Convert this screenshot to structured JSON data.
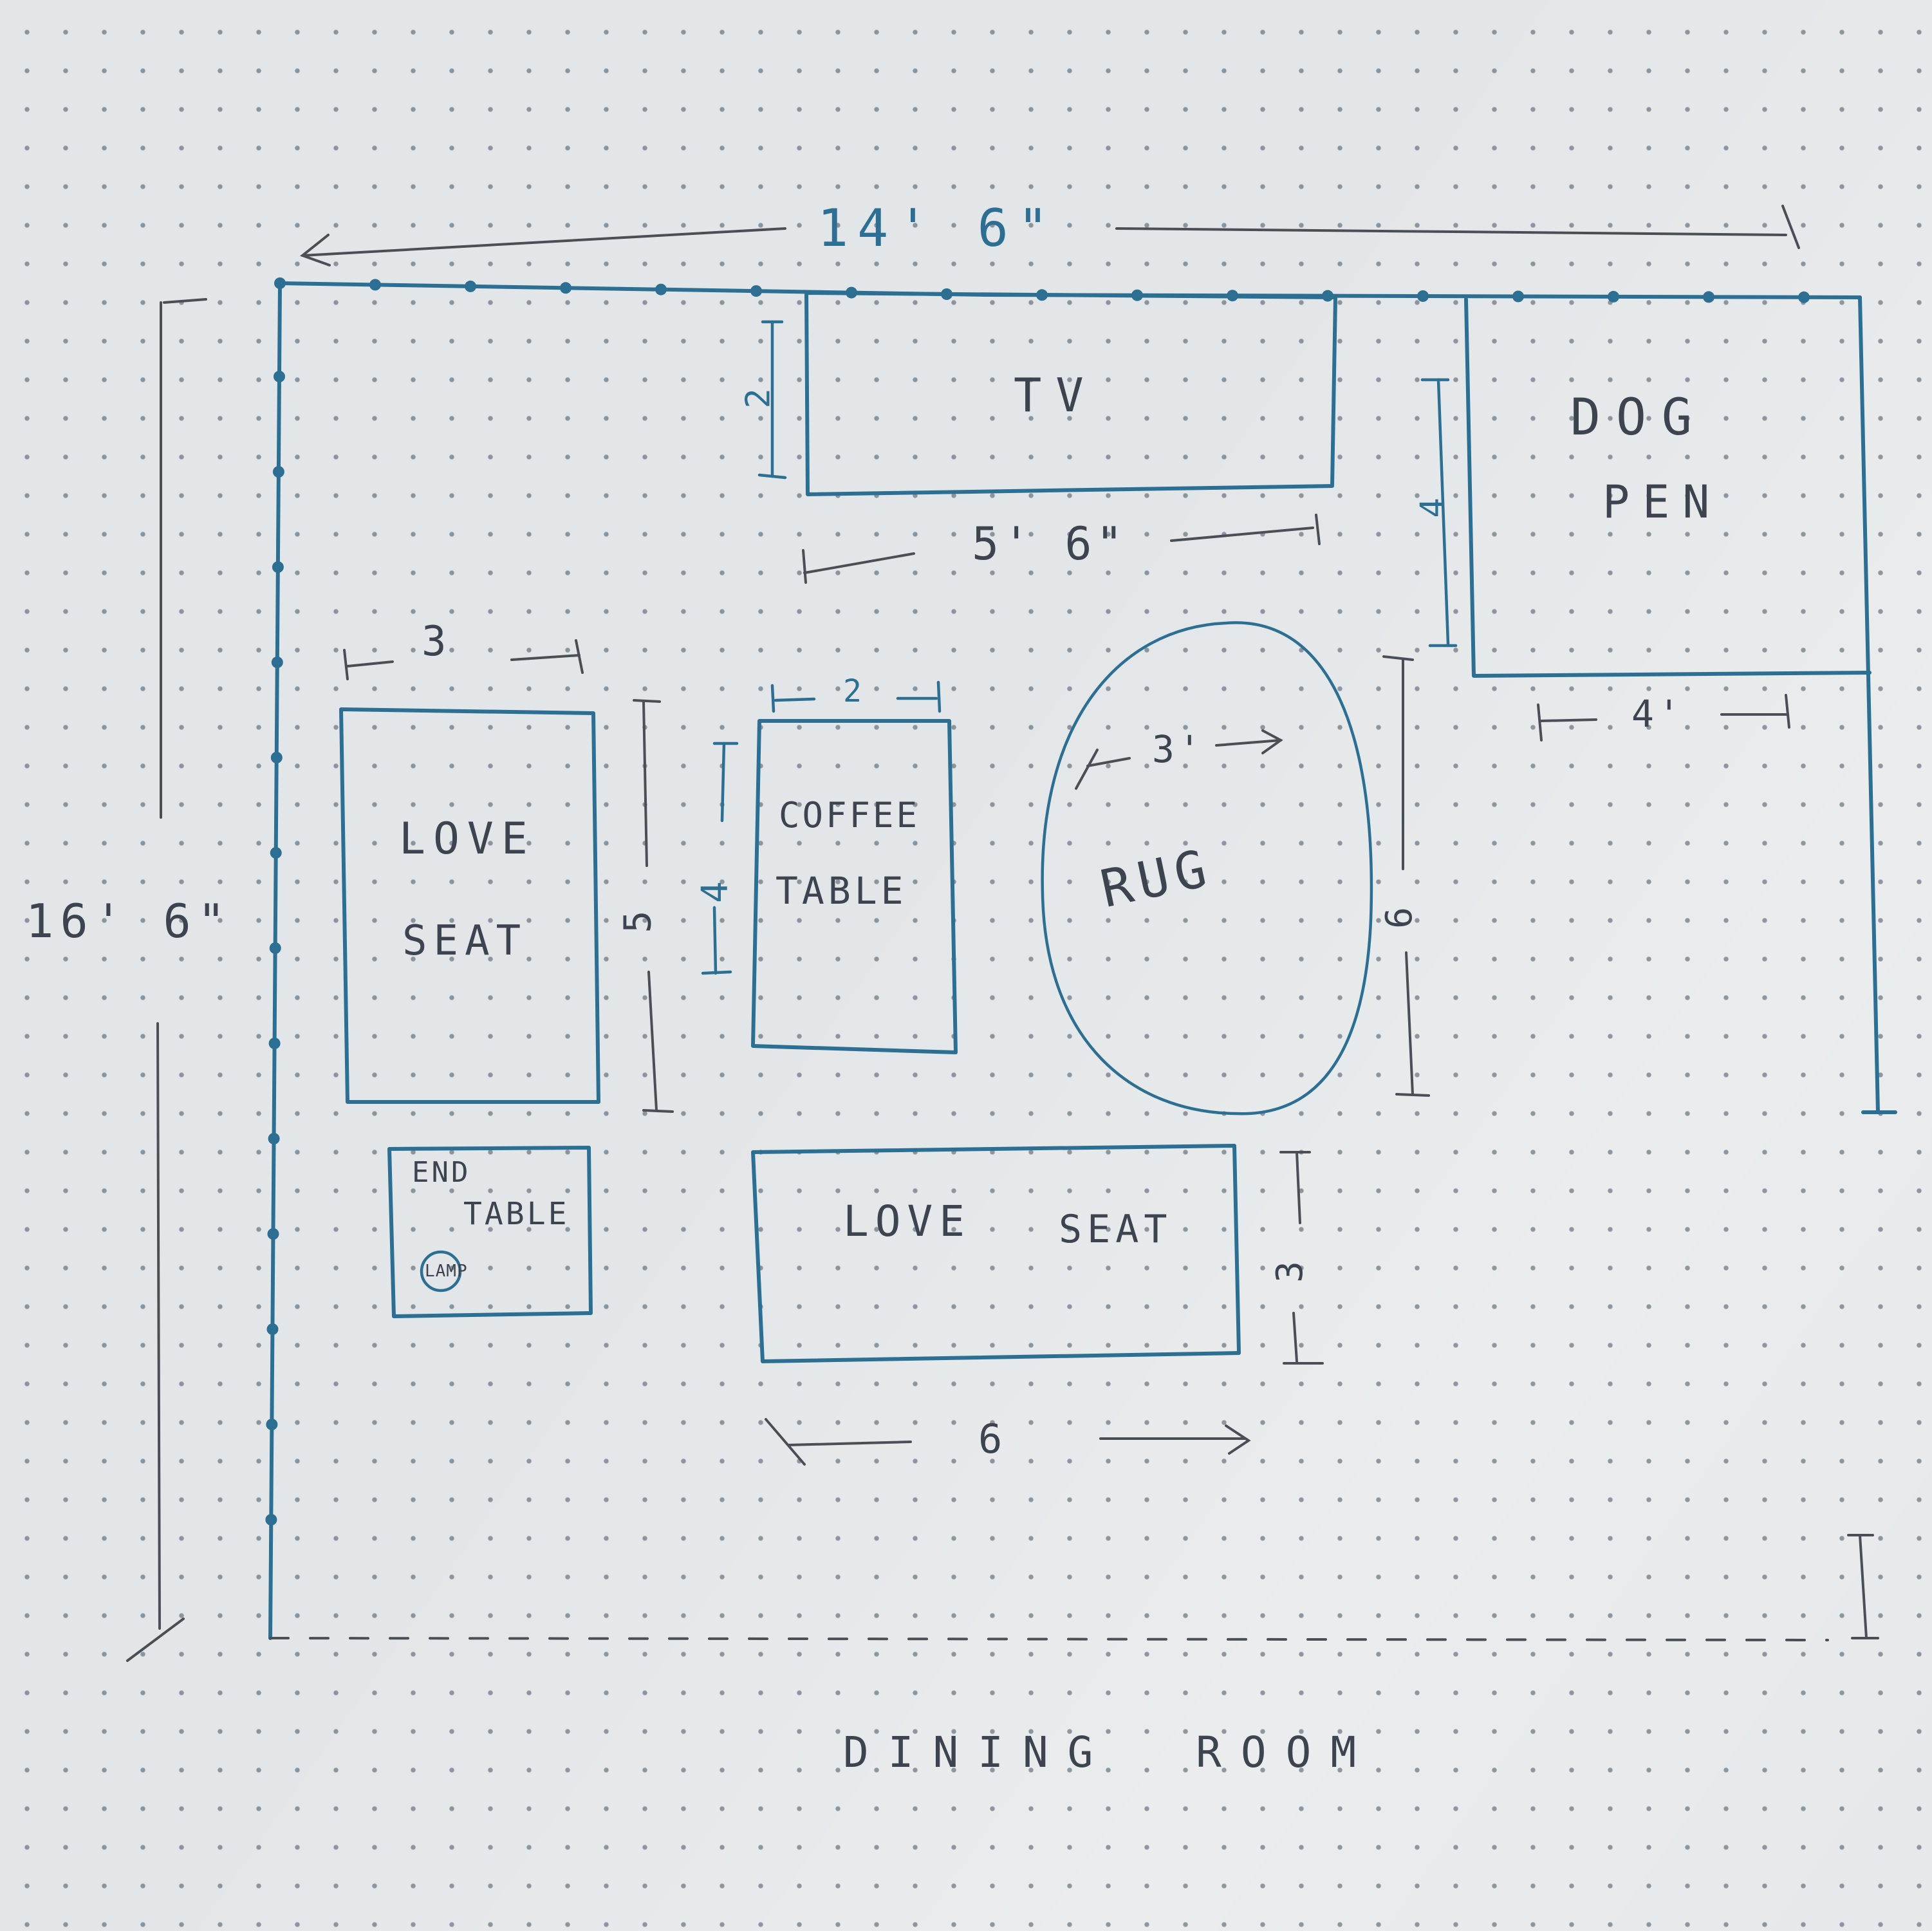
{
  "dimensions": {
    "room_width": "14' 6\"",
    "room_length": "16' 6\"",
    "tv_depth": "2",
    "tv_width": "5' 6\"",
    "dog_pen_depth": "4",
    "dog_pen_width": "4'",
    "love_seat_left_width": "3",
    "love_seat_left_length": "5",
    "coffee_table_width": "2",
    "coffee_table_length": "4",
    "rug_width": "3'",
    "rug_length": "6",
    "love_seat_bottom_depth": "3",
    "love_seat_bottom_width": "6"
  },
  "labels": {
    "tv": "TV",
    "dog_pen_line1": "DOG",
    "dog_pen_line2": "PEN",
    "love_seat_left_line1": "LOVE",
    "love_seat_left_line2": "SEAT",
    "coffee_table_line1": "COFFEE",
    "coffee_table_line2": "TABLE",
    "rug": "RUG",
    "love_seat_bottom_line1": "LOVE",
    "love_seat_bottom_line2": "SEAT",
    "end_table_line1": "END",
    "end_table_line2": "TABLE",
    "lamp": "LAMP",
    "dining_room": "DINING ROOM"
  },
  "colors": {
    "ink": "#2c6f93",
    "pencil": "#4a4e55",
    "paper": "#e3e6e8"
  }
}
